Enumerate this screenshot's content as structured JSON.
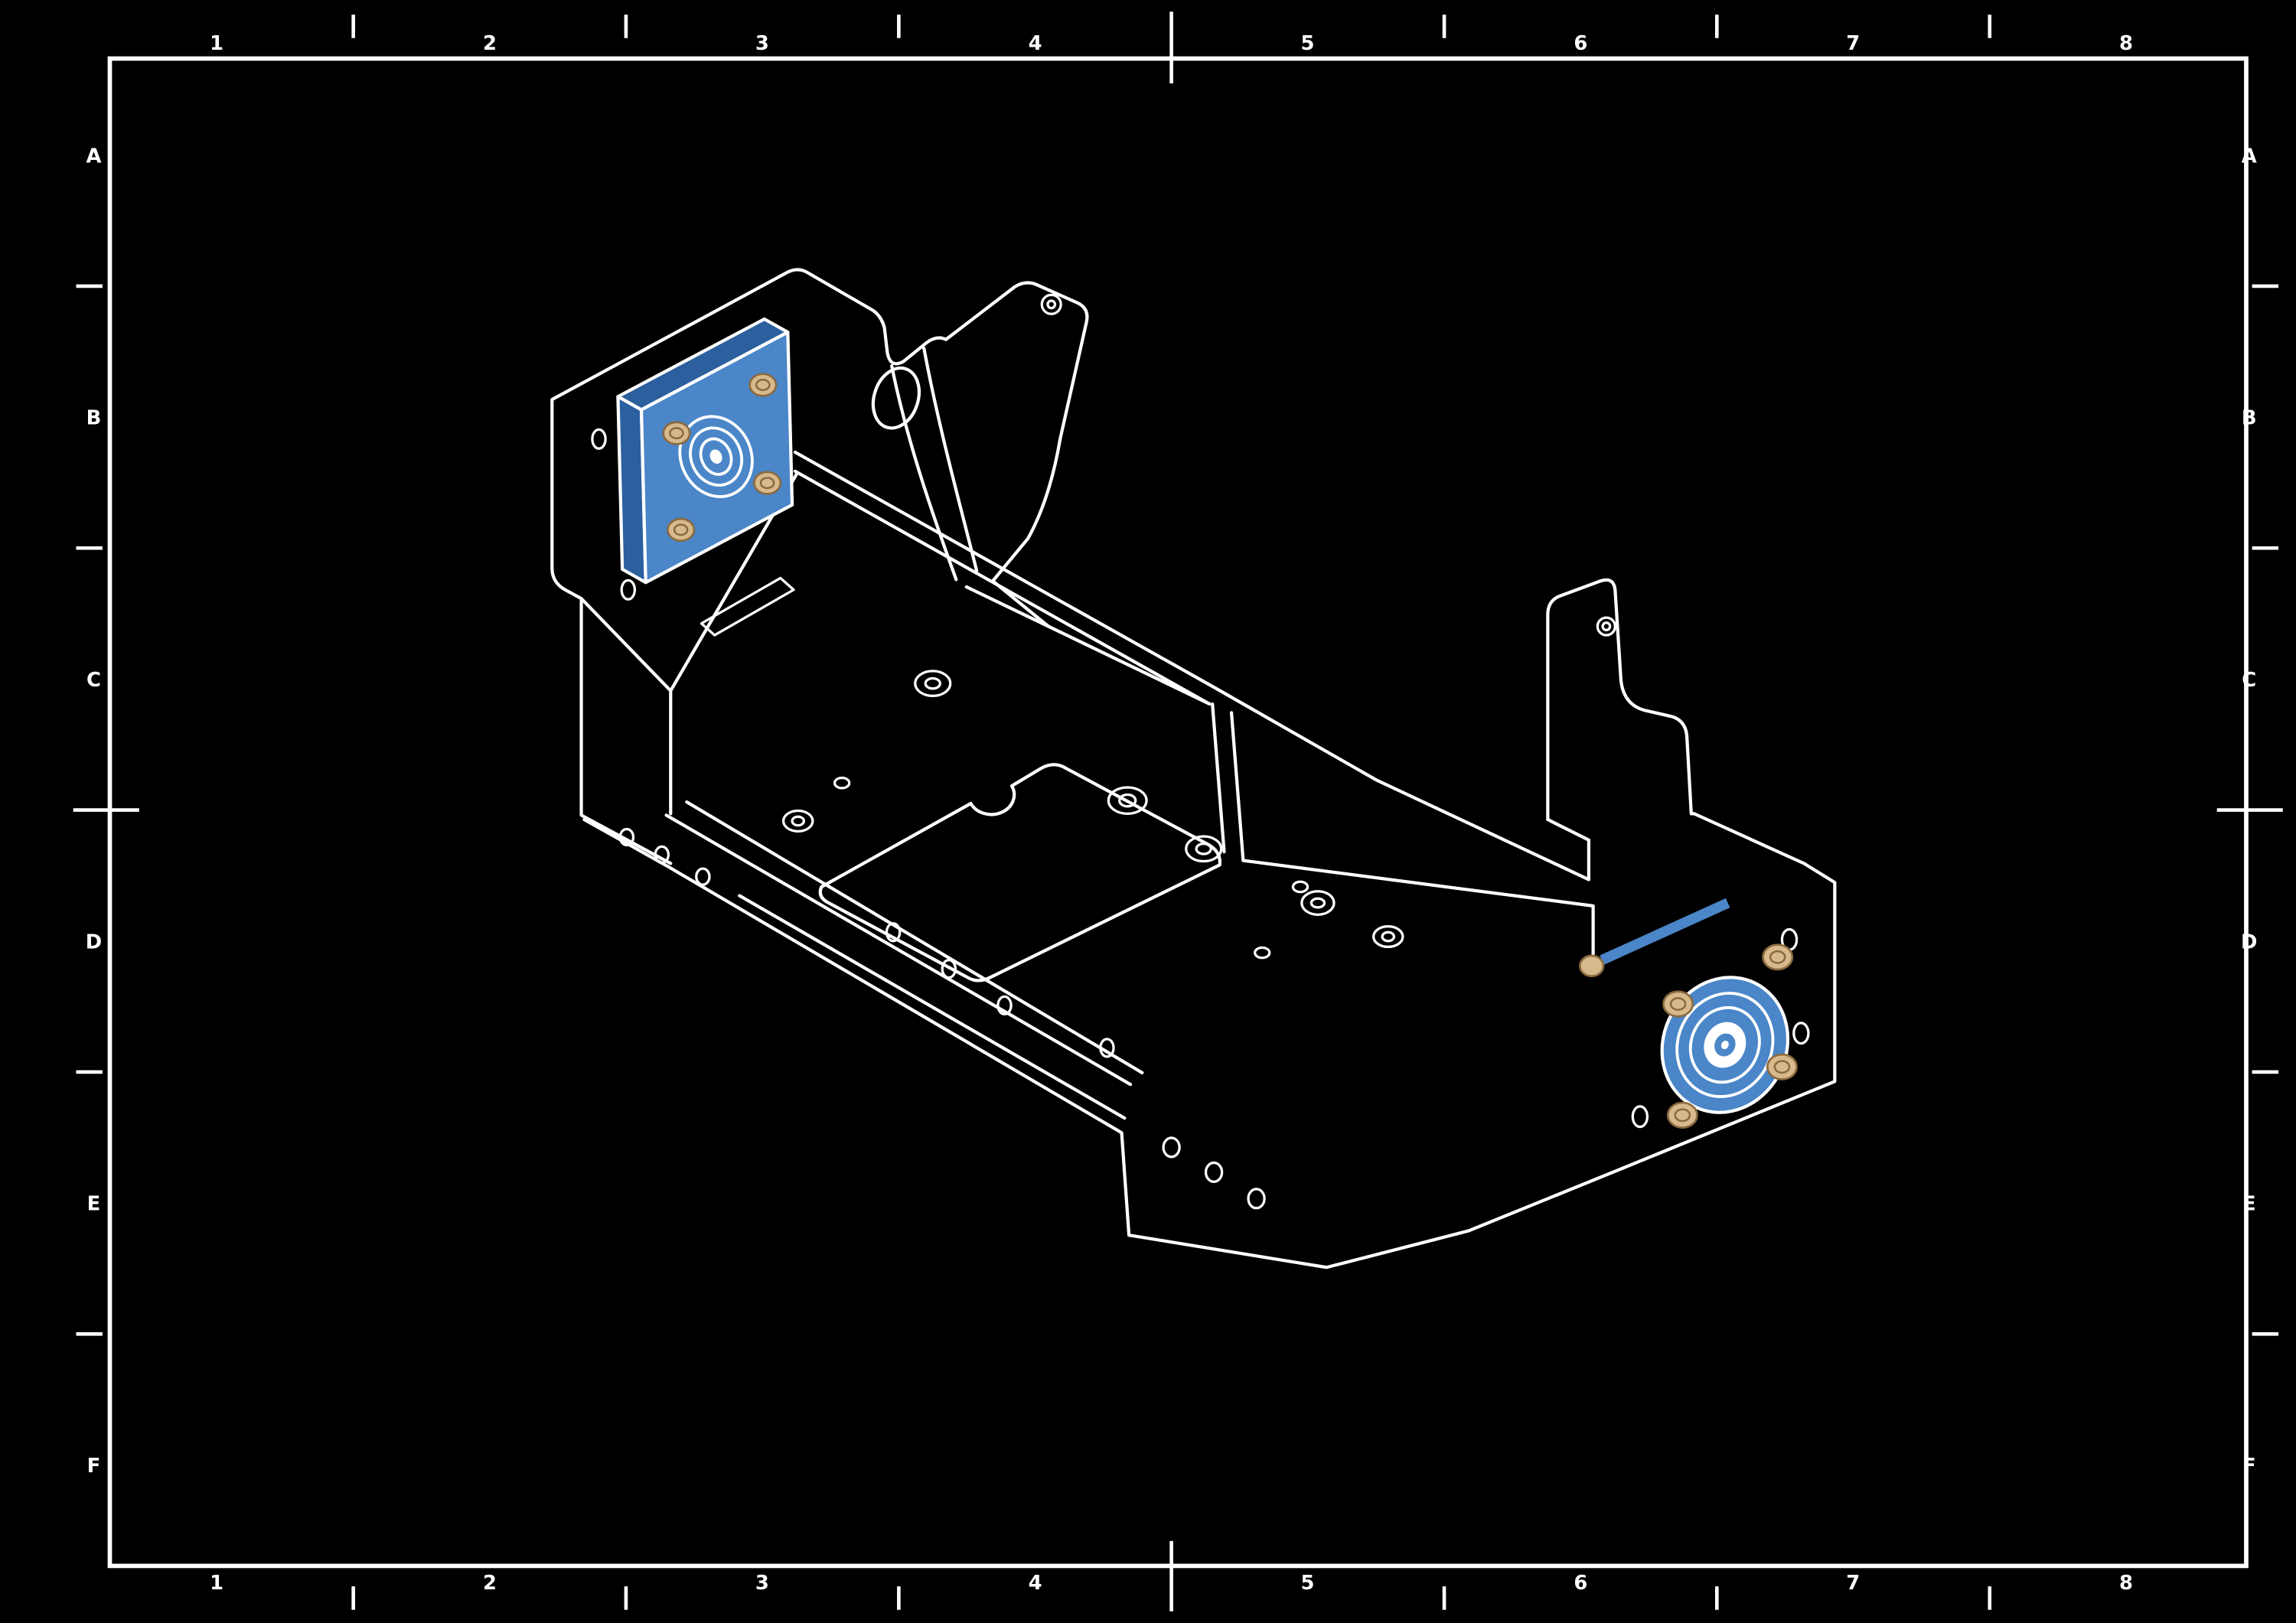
{
  "frame": {
    "columns": [
      "1",
      "2",
      "3",
      "4",
      "5",
      "6",
      "7",
      "8"
    ],
    "rows": [
      "A",
      "B",
      "C",
      "D",
      "E",
      "F"
    ]
  },
  "colors": {
    "background": "#000000",
    "line": "#ffffff",
    "highlight_blue": "#4a86c8",
    "highlight_blue_dark": "#2c5f9e",
    "fastener_tan": "#d8b98c"
  }
}
